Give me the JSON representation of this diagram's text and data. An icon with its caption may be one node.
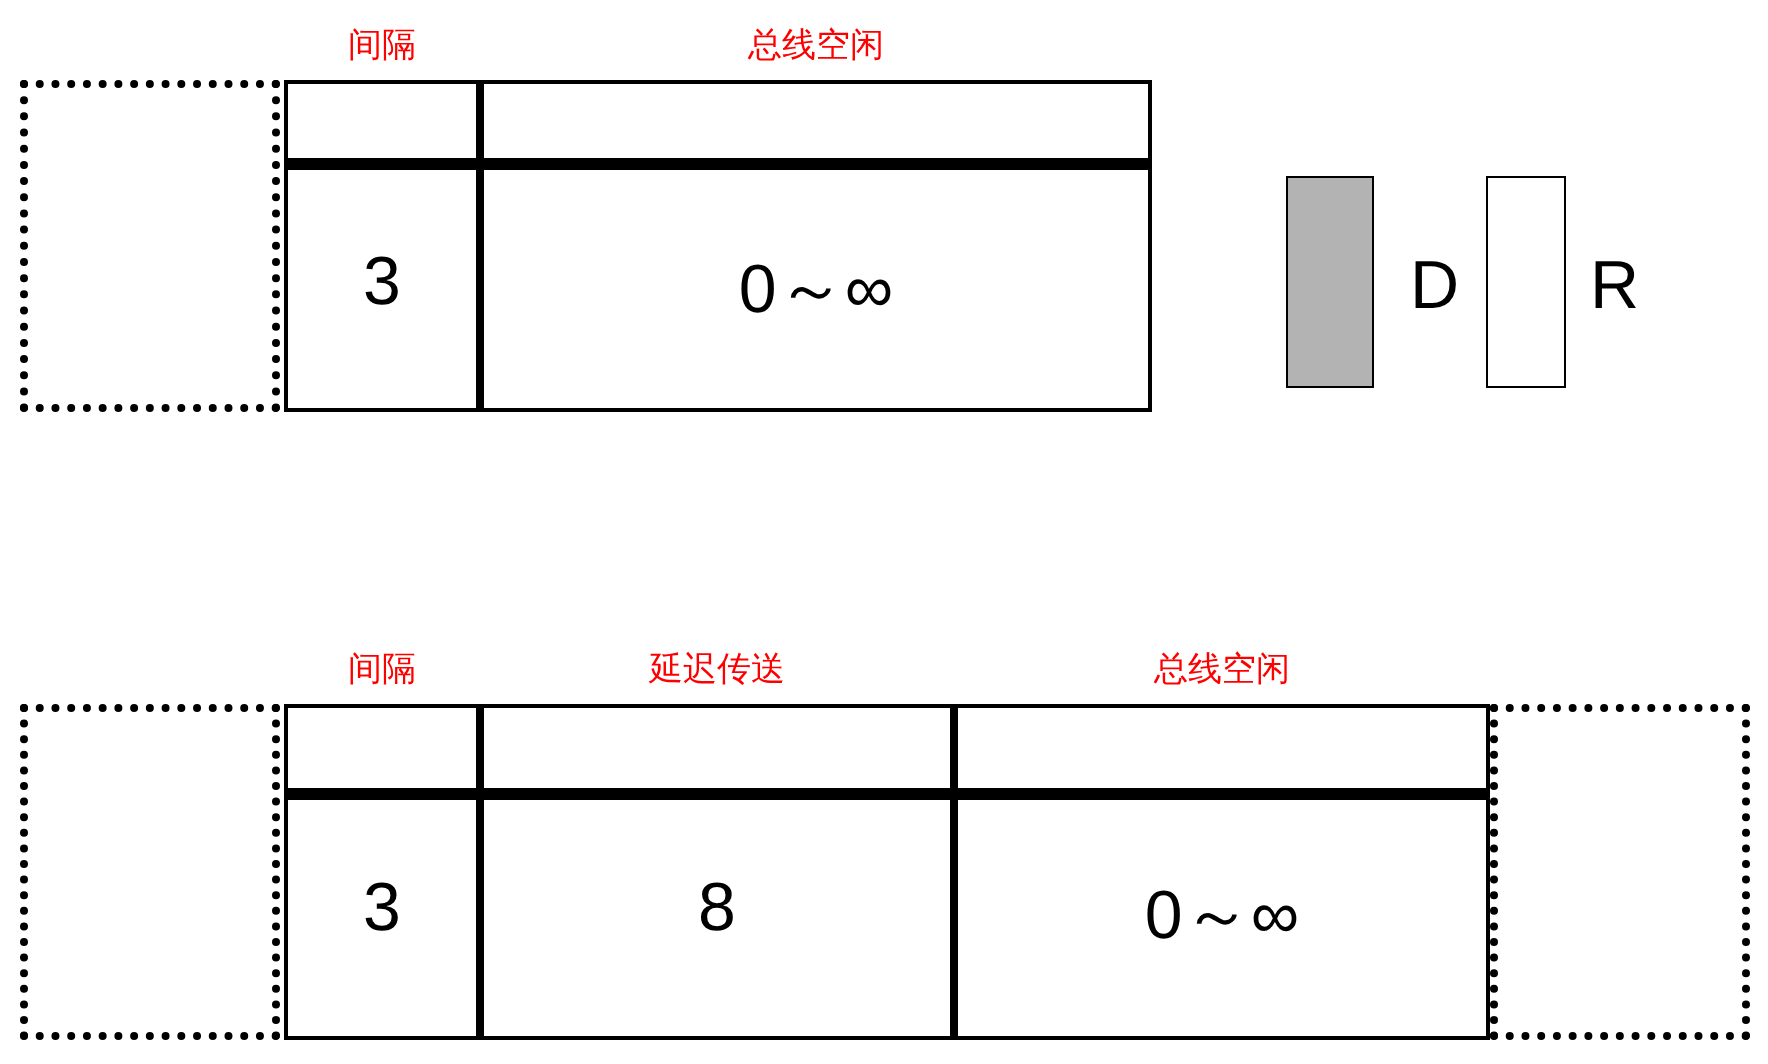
{
  "diagram": {
    "nodes": [
      {
        "text": [],
        "shape": "box"
      },
      {
        "text": [
          "间隔",
          "3"
        ]
      },
      {
        "text": [
          "总线空闲",
          "0～∞"
        ]
      },
      {
        "text": [],
        "shape": "box"
      },
      {
        "text": [
          "间隔",
          "3"
        ]
      },
      {
        "text": [
          "延迟传送",
          "8"
        ]
      },
      {
        "text": [
          "总线空闲",
          "0～∞"
        ]
      },
      {
        "text": [],
        "shape": "box"
      }
    ],
    "edges": [],
    "legend": [
      {
        "text": "D",
        "color": "#b3b3b3"
      },
      {
        "text": "R",
        "color": "#ffffff"
      }
    ]
  }
}
